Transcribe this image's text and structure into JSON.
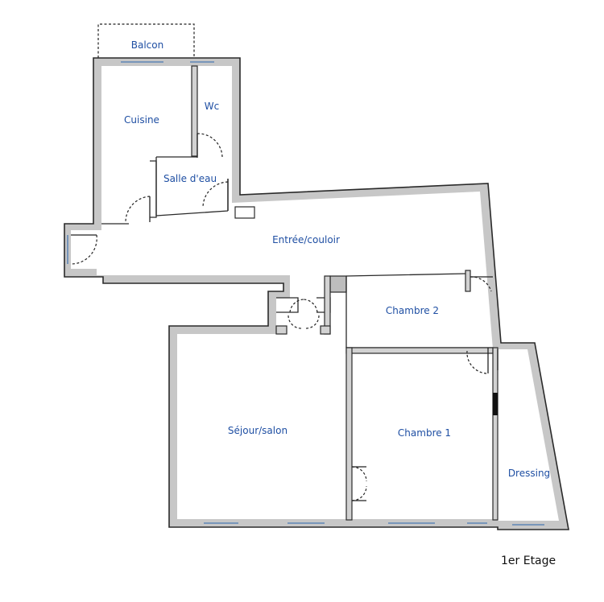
{
  "plan": {
    "level_label": "1er Etage",
    "rooms": {
      "balcon": "Balcon",
      "cuisine": "Cuisine",
      "wc": "Wc",
      "salle_eau": "Salle d'eau",
      "entree": "Entrée/couloir",
      "chambre2": "Chambre 2",
      "sejour": "Séjour/salon",
      "chambre1": "Chambre 1",
      "dressing": "Dressing"
    },
    "colors": {
      "wall_fill": "#c7c7c7",
      "label_text": "#1f4fa3",
      "window": "#5f86b5"
    }
  }
}
